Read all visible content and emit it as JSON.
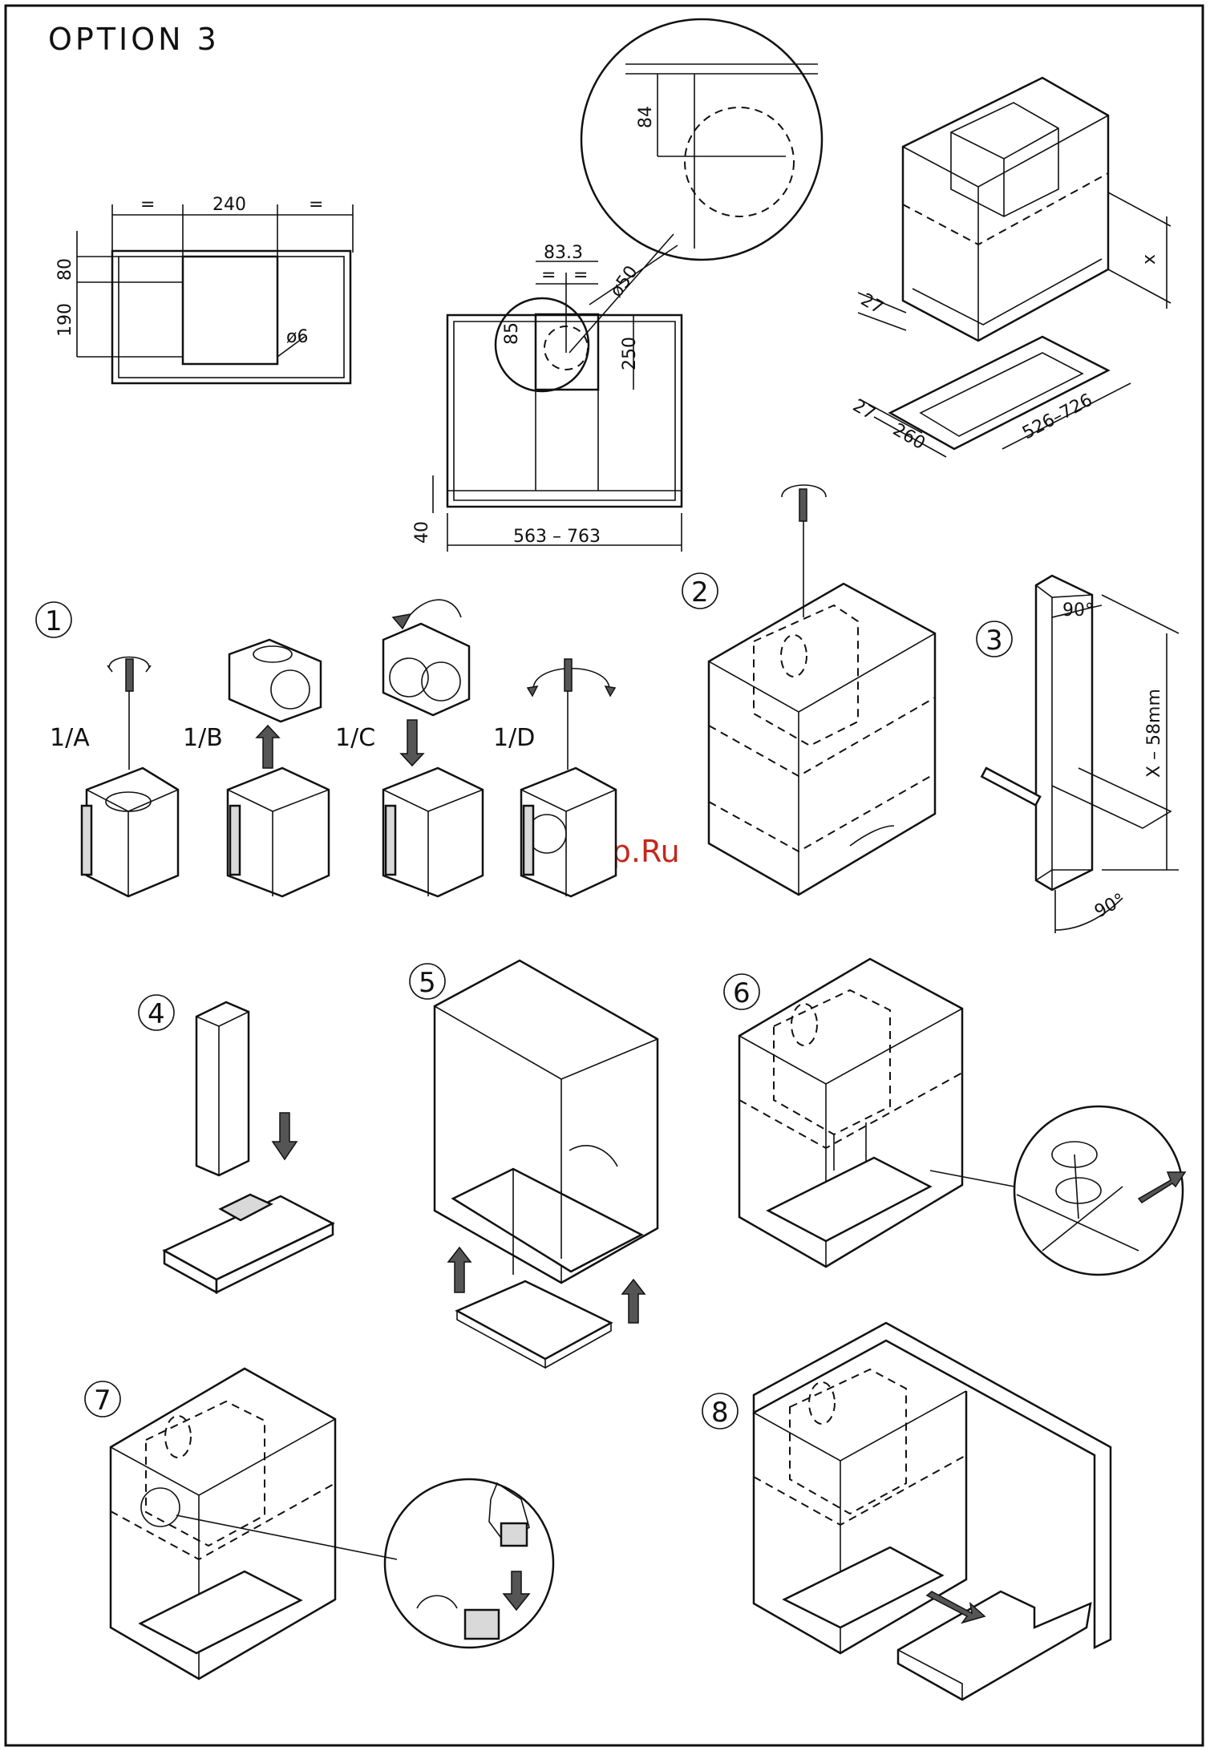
{
  "title": "OPTION 3",
  "watermark": "McGrp.Ru",
  "steps": [
    "1",
    "2",
    "3",
    "4",
    "5",
    "6",
    "7",
    "8"
  ],
  "substeps": [
    "1/A",
    "1/B",
    "1/C",
    "1/D"
  ],
  "dims_plan": {
    "equal_left": "=",
    "width_240": "240",
    "equal_right": "=",
    "h_80": "80",
    "h_190": "190",
    "hole": "ø6"
  },
  "dims_section": {
    "d_83_3": "83.3",
    "eq1": "=",
    "eq2": "=",
    "d_85": "85",
    "d_250": "250",
    "dia_50": "ø50",
    "d_40": "40",
    "width_range": "563 – 763"
  },
  "dims_detail": {
    "d_84": "84"
  },
  "dims_cabinet": {
    "x": "x",
    "d_27": "27"
  },
  "dims_cutout": {
    "d_27": "27",
    "d_260": "260",
    "range": "526–726"
  },
  "dims_step3": {
    "angle_top": "90°",
    "angle_bottom": "90°",
    "length": "X – 58mm"
  }
}
